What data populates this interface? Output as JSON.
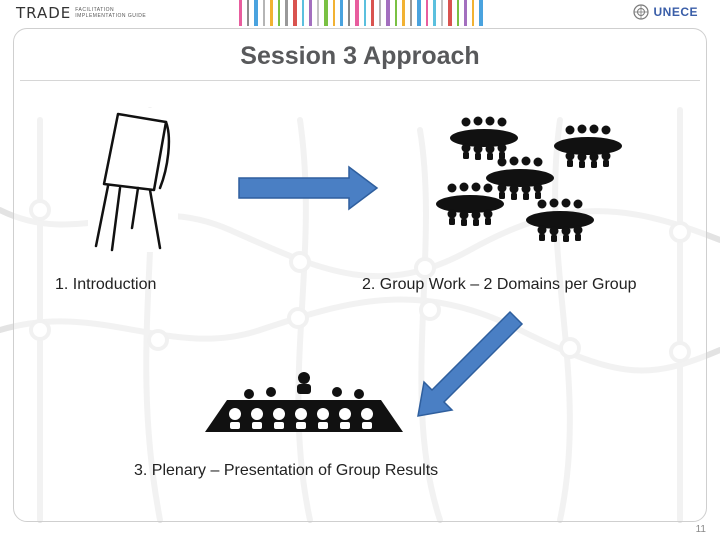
{
  "header": {
    "logo_left_word": "TRADE",
    "logo_left_sub1": "FACILITATION",
    "logo_left_sub2": "IMPLEMENTATION GUIDE",
    "logo_right_word": "UNECE"
  },
  "slide": {
    "title": "Session 3 Approach",
    "steps": [
      {
        "label": "1. Introduction",
        "icon": "flipchart-icon"
      },
      {
        "label": "2. Group Work – 2 Domains per Group",
        "icon": "groups-icon"
      },
      {
        "label": "3. Plenary – Presentation of Group Results",
        "icon": "plenary-icon"
      }
    ],
    "page_number": "11"
  },
  "colors": {
    "title": "#58595b",
    "arrow": "#4a7fc4",
    "arrow_border": "#2f5f9e",
    "icon": "#111111",
    "unece_blue": "#3a5ea8"
  }
}
